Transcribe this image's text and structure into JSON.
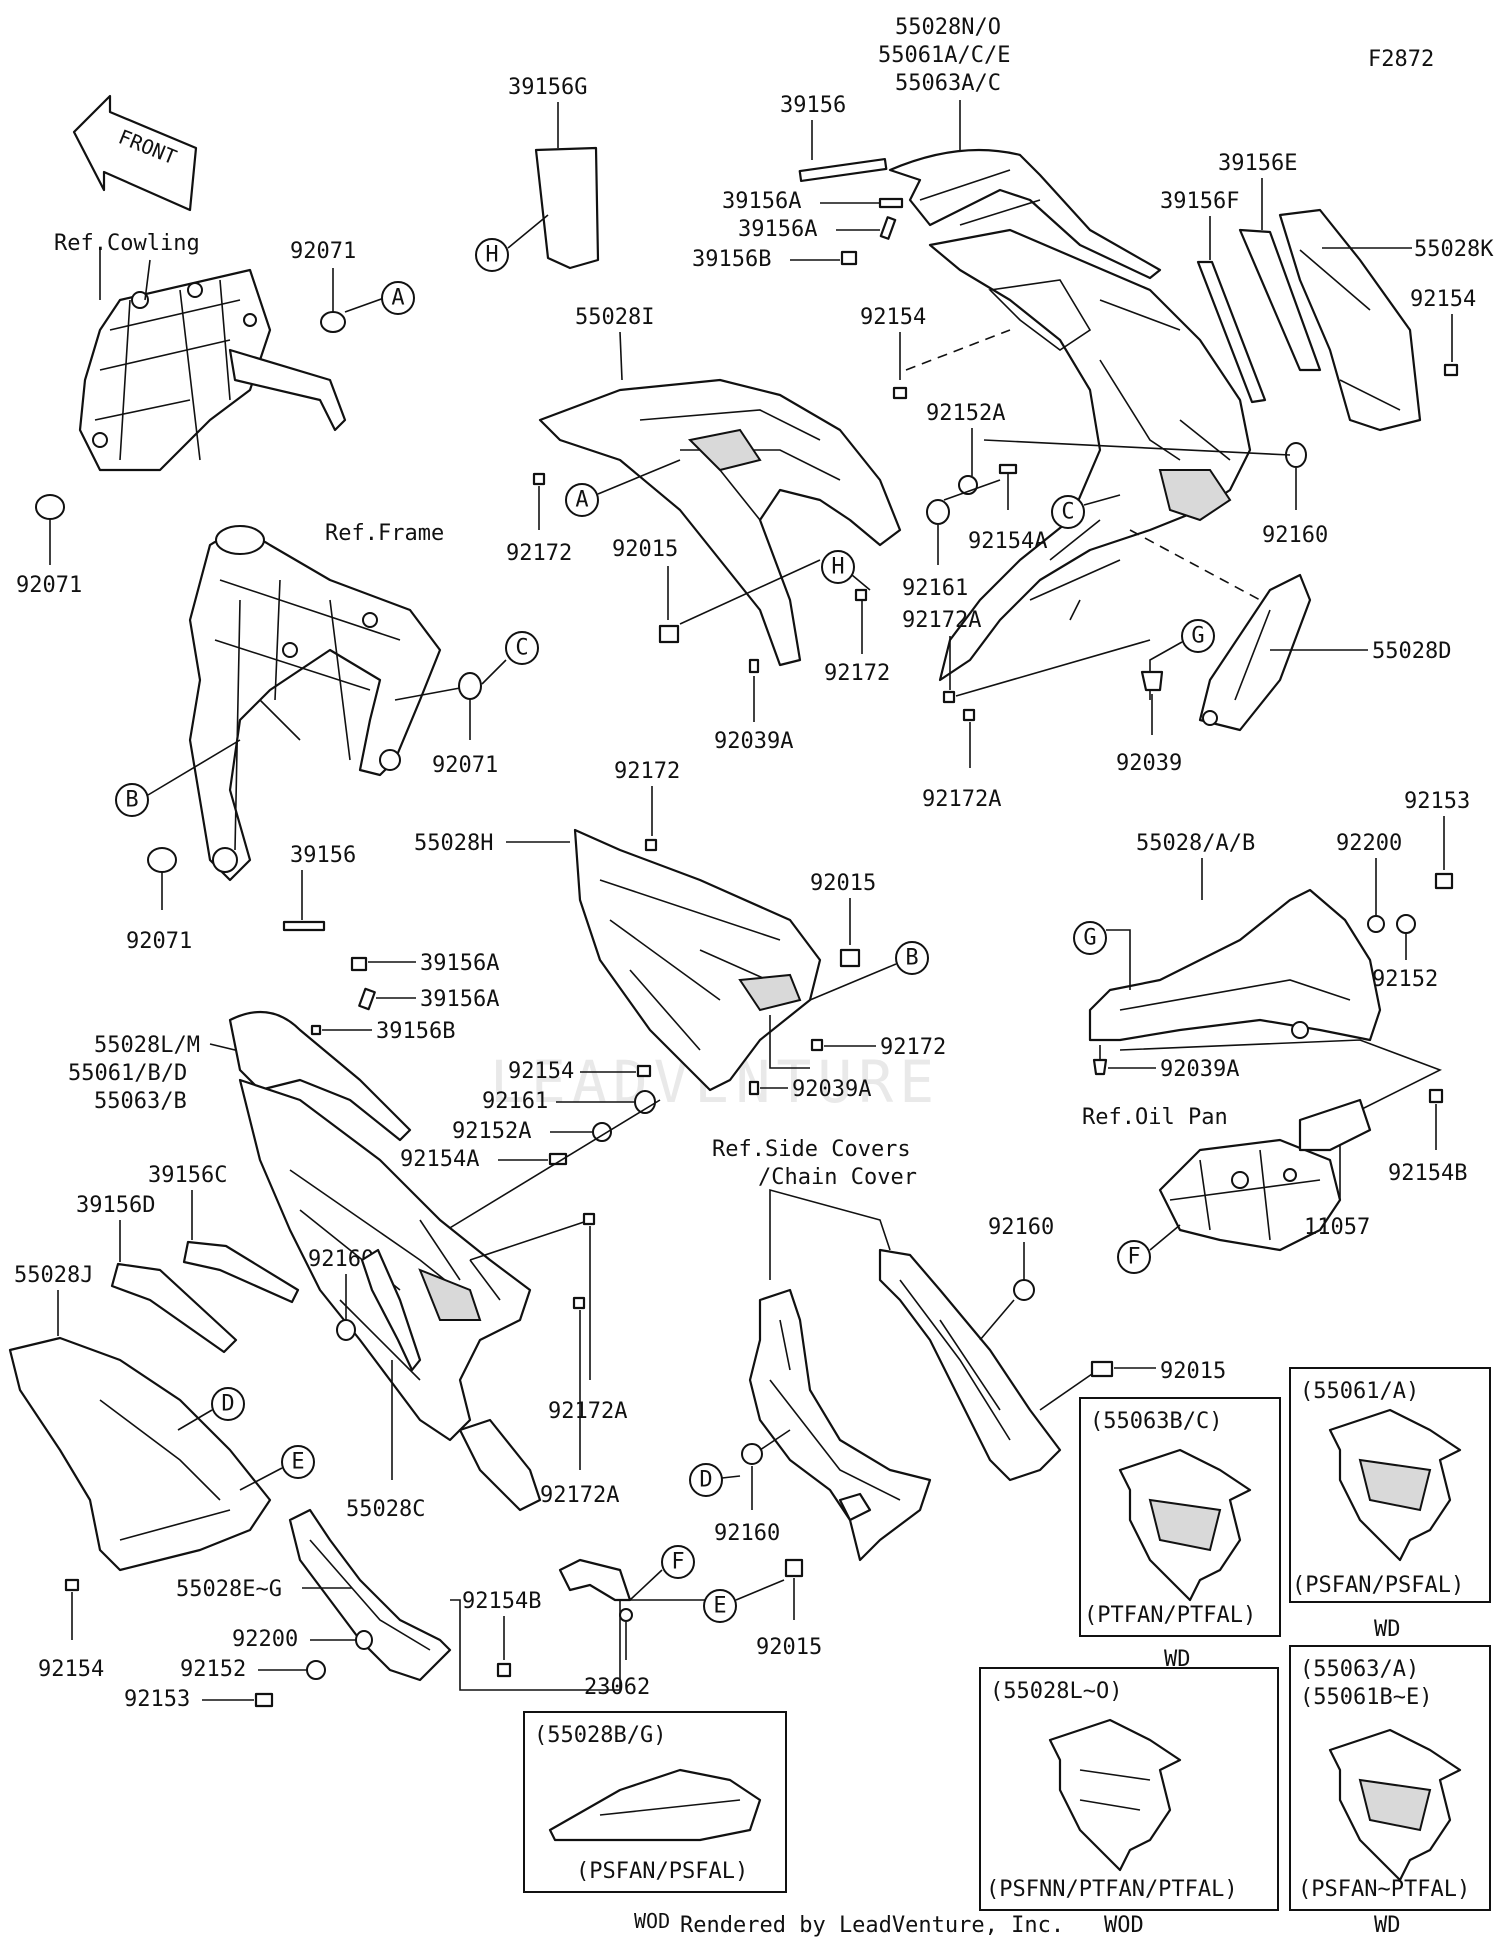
{
  "diagram_code": "F2872",
  "front_arrow_label": "FRONT",
  "footer_text": "Rendered by LeadVenture, Inc.",
  "footer_prefix": "WOD",
  "watermark": "LEADVENTURE",
  "callouts": [
    "A",
    "B",
    "C",
    "D",
    "E",
    "F",
    "G",
    "H"
  ],
  "references": {
    "cowling": "Ref.Cowling",
    "frame": "Ref.Frame",
    "oil_pan": "Ref.Oil Pan",
    "side_covers_1": "Ref.Side Covers",
    "side_covers_2": "/Chain Cover"
  },
  "part_labels": {
    "p55028NO": "55028N/O",
    "p55061ACE": "55061A/C/E",
    "p55063AC": "55063A/C",
    "p39156G": "39156G",
    "p39156_top": "39156",
    "p39156A_top1": "39156A",
    "p39156A_top2": "39156A",
    "p39156B_top": "39156B",
    "p39156E": "39156E",
    "p39156F": "39156F",
    "p55028K": "55028K",
    "p92154_r": "92154",
    "p55028I": "55028I",
    "p92154_t": "92154",
    "p92152A_t": "92152A",
    "p92154A_t": "92154A",
    "p92161_t": "92161",
    "p92172A_t1": "92172A",
    "p92172A_t2": "92172A",
    "p92160_r": "92160",
    "p55028D": "55028D",
    "p92039": "92039",
    "p92172_t": "92172",
    "p92015_t": "92015",
    "p92172_m": "92172",
    "p92039A_t": "92039A",
    "p92071_1": "92071",
    "p92071_2": "92071",
    "p92071_3": "92071",
    "p92071_4": "92071",
    "p92172_c": "92172",
    "p55028H": "55028H",
    "p92015_c": "92015",
    "p39156_m": "39156",
    "p39156A_m1": "39156A",
    "p39156A_m2": "39156A",
    "p39156B_m": "39156B",
    "p55028LM": "55028L/M",
    "p55061BD": "55061/B/D",
    "p55063B": "55063/B",
    "p92172_c2": "92172",
    "p92154_c": "92154",
    "p92039A_c": "92039A",
    "p92161_c": "92161",
    "p92152A_c": "92152A",
    "p92154A_c": "92154A",
    "p55028AB": "55028/A/B",
    "p92200_r": "92200",
    "p92153_r": "92153",
    "p92152_r": "92152",
    "p92039A_r": "92039A",
    "p92154B_r": "92154B",
    "p11057": "11057",
    "p39156C": "39156C",
    "p39156D": "39156D",
    "p55028J": "55028J",
    "p92160_l": "92160",
    "p55028C": "55028C",
    "p92172A_l1": "92172A",
    "p92172A_l2": "92172A",
    "p92154_l": "92154",
    "p55028EG": "55028E~G",
    "p92200_l": "92200",
    "p92152_l": "92152",
    "p92153_l": "92153",
    "p92154B_l": "92154B",
    "p23062": "23062",
    "p92160_sc": "92160",
    "p92015_sc": "92015",
    "p92160_sc2": "92160",
    "p92015_sc2": "92015"
  },
  "variant_boxes": {
    "b1_title": "(55063B/C)",
    "b1_caption": "(PTFAN/PTFAL)",
    "b1_below": "WD",
    "b2_title": "(55061/A)",
    "b2_caption": "(PSFAN/PSFAL)",
    "b2_below": "WD",
    "b3_title": "(55028L~O)",
    "b3_caption": "(PSFNN/PTFAN/PTFAL)",
    "b3_below": "WOD",
    "b4_title1": "(55063/A)",
    "b4_title2": "(55061B~E)",
    "b4_caption": "(PSFAN~PTFAL)",
    "b4_below": "WD",
    "b5_title": "(55028B/G)",
    "b5_caption": "(PSFAN/PSFAL)"
  }
}
